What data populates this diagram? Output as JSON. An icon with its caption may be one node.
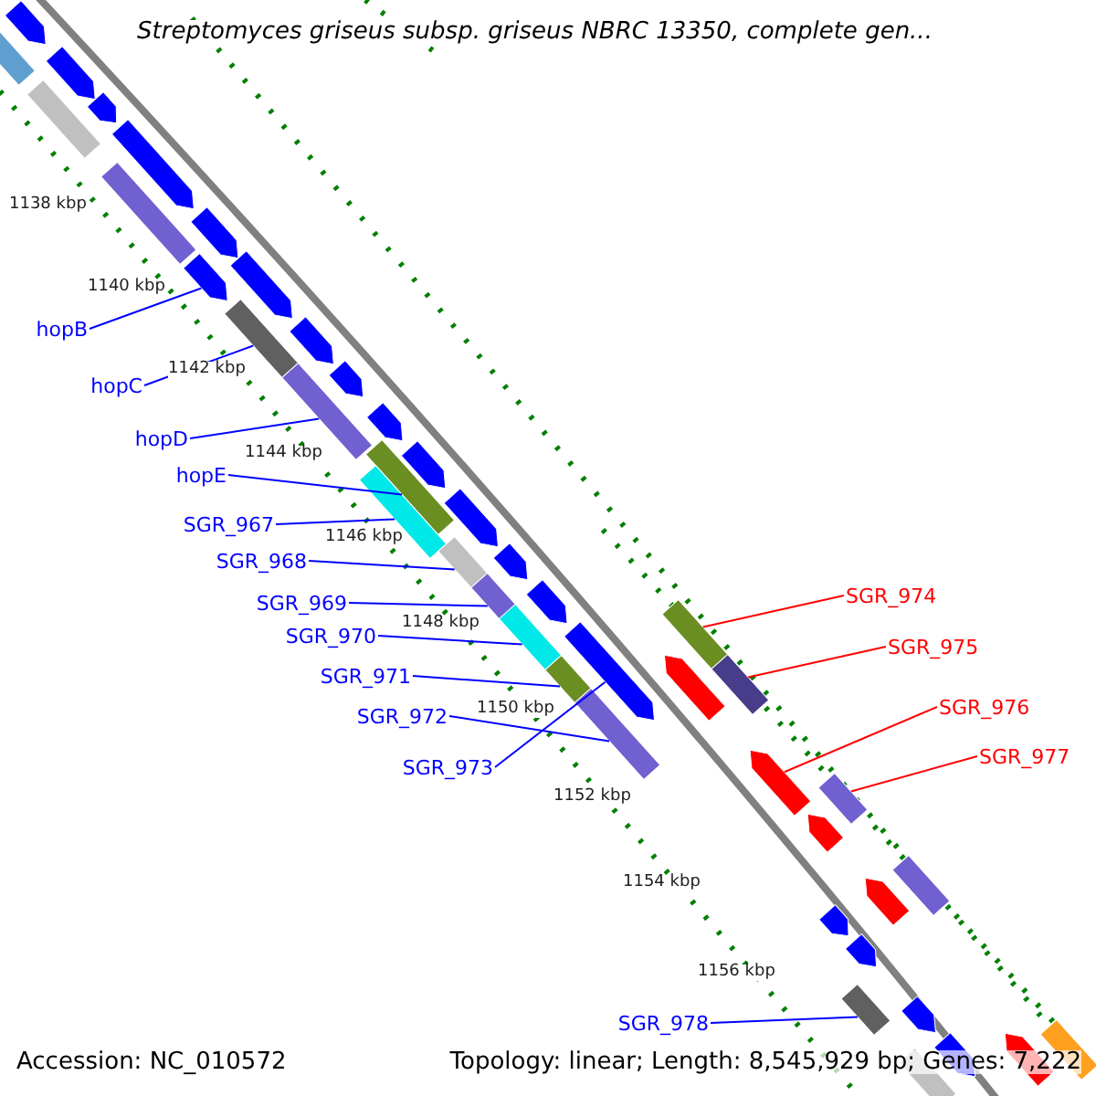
{
  "diagram": {
    "title": "Streptomyces griseus subsp. griseus NBRC 13350, complete gen...",
    "nodes": [
      {
        "text": [
          "hopB"
        ]
      },
      {
        "text": [
          "hopC"
        ]
      },
      {
        "text": [
          "hopD"
        ]
      },
      {
        "text": [
          "hopE"
        ]
      },
      {
        "text": [
          "SGR_967"
        ]
      },
      {
        "text": [
          "SGR_968"
        ]
      },
      {
        "text": [
          "SGR_969"
        ]
      },
      {
        "text": [
          "SGR_970"
        ]
      },
      {
        "text": [
          "SGR_971"
        ]
      },
      {
        "text": [
          "SGR_972"
        ]
      },
      {
        "text": [
          "SGR_973"
        ]
      },
      {
        "text": [
          "SGR_974"
        ]
      },
      {
        "text": [
          "SGR_975"
        ]
      },
      {
        "text": [
          "SGR_976"
        ]
      },
      {
        "text": [
          "SGR_977"
        ]
      },
      {
        "text": [
          "SGR_978"
        ]
      },
      {
        "text": [],
        "shape": "bar"
      },
      {
        "text": [],
        "shape": "bar"
      },
      {
        "text": [],
        "shape": "bar"
      },
      {
        "text": [],
        "shape": "bar"
      },
      {
        "text": [],
        "shape": "bar"
      },
      {
        "text": [],
        "shape": "bar"
      },
      {
        "text": [],
        "shape": "bar"
      },
      {
        "text": [],
        "shape": "bar"
      },
      {
        "text": [],
        "shape": "bar"
      },
      {
        "text": [],
        "shape": "bar"
      },
      {
        "text": [],
        "shape": "bar"
      },
      {
        "text": [],
        "shape": "bar"
      },
      {
        "text": [],
        "shape": "bar"
      },
      {
        "text": [],
        "shape": "bar"
      },
      {
        "text": [],
        "shape": "bar"
      },
      {
        "text": [],
        "shape": "bar"
      },
      {
        "text": [],
        "shape": "bar"
      },
      {
        "text": [],
        "shape": "bar"
      },
      {
        "text": [],
        "shape": "bar"
      },
      {
        "text": [],
        "shape": "bar"
      },
      {
        "text": [],
        "shape": "bar"
      },
      {
        "text": [],
        "shape": "bar"
      },
      {
        "text": [],
        "shape": "bar"
      },
      {
        "text": [],
        "shape": "bar"
      },
      {
        "text": [],
        "shape": "bar"
      },
      {
        "text": [],
        "shape": "bar"
      },
      {
        "text": [],
        "shape": "bar"
      },
      {
        "text": [],
        "shape": "bar"
      },
      {
        "text": [],
        "shape": "bar"
      },
      {
        "text": [],
        "shape": "bar"
      },
      {
        "text": [],
        "shape": "bar"
      },
      {
        "text": [],
        "shape": "bar"
      },
      {
        "text": [],
        "shape": "bar"
      },
      {
        "text": [],
        "shape": "bar"
      },
      {
        "text": [],
        "shape": "bar"
      },
      {
        "text": [],
        "shape": "bar"
      },
      {
        "text": [],
        "shape": "bar"
      },
      {
        "text": [],
        "shape": "bar"
      },
      {
        "text": [],
        "shape": "bar"
      },
      {
        "text": [],
        "shape": "bar"
      },
      {
        "text": [],
        "shape": "bar"
      },
      {
        "text": [],
        "shape": "bar"
      },
      {
        "text": [],
        "shape": "bar"
      }
    ],
    "edges": [
      {
        "from": 0,
        "to": 16,
        "arrow": "none",
        "color": "#0000ff"
      },
      {
        "from": 1,
        "to": 17,
        "arrow": "none",
        "color": "#0000ff"
      },
      {
        "from": 2,
        "to": 18,
        "arrow": "none",
        "color": "#0000ff"
      },
      {
        "from": 3,
        "to": 19,
        "arrow": "none",
        "color": "#0000ff"
      },
      {
        "from": 4,
        "to": 20,
        "arrow": "none",
        "color": "#0000ff"
      },
      {
        "from": 5,
        "to": 21,
        "arrow": "none",
        "color": "#0000ff"
      },
      {
        "from": 6,
        "to": 22,
        "arrow": "none",
        "color": "#0000ff"
      },
      {
        "from": 7,
        "to": 23,
        "arrow": "none",
        "color": "#0000ff"
      },
      {
        "from": 8,
        "to": 24,
        "arrow": "none",
        "color": "#0000ff"
      },
      {
        "from": 9,
        "to": 25,
        "arrow": "none",
        "color": "#0000ff"
      },
      {
        "from": 10,
        "to": 26,
        "arrow": "none",
        "color": "#0000ff"
      },
      {
        "from": 11,
        "to": 27,
        "arrow": "none",
        "color": "#ff0000"
      },
      {
        "from": 12,
        "to": 28,
        "arrow": "none",
        "color": "#ff0000"
      },
      {
        "from": 13,
        "to": 29,
        "arrow": "none",
        "color": "#ff0000"
      },
      {
        "from": 14,
        "to": 30,
        "arrow": "none",
        "color": "#ff0000"
      },
      {
        "from": 15,
        "to": 31,
        "arrow": "none",
        "color": "#0000ff"
      }
    ],
    "labels": [
      "1138 kbp",
      "1140 kbp",
      "1142 kbp",
      "1144 kbp",
      "1146 kbp",
      "1148 kbp",
      "1150 kbp",
      "1152 kbp",
      "1154 kbp",
      "1156 kbp",
      "Accession: NC_010572",
      "Topology: linear; Length: 8,545,929 bp; Genes: 7,222"
    ]
  }
}
